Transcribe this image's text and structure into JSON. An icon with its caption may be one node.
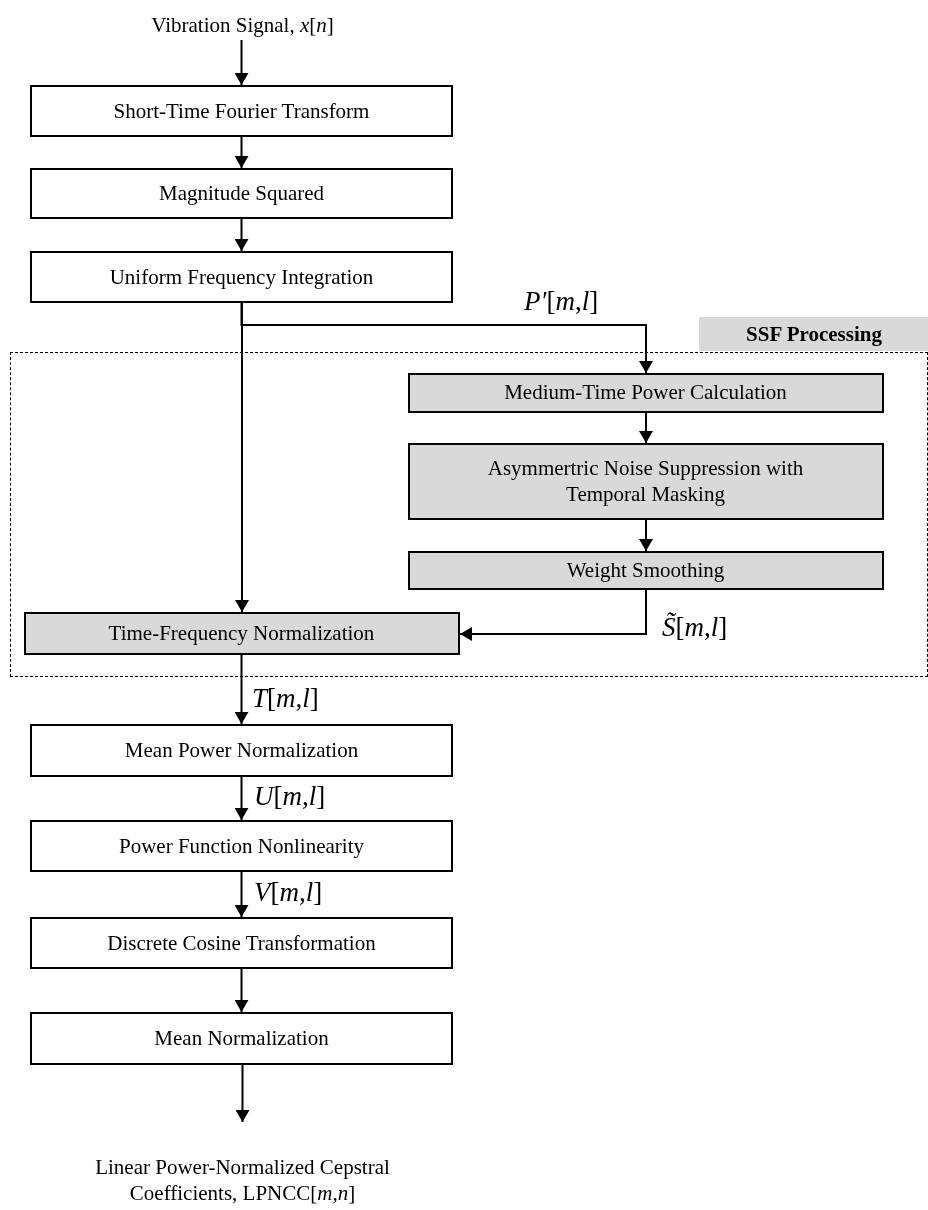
{
  "diagram": {
    "nodes": [
      {
        "text": [
          "Vibration Signal, *x*[*n*]"
        ]
      },
      {
        "text": [
          "Short-Time Fourier Transform"
        ]
      },
      {
        "text": [
          "Magnitude Squared"
        ]
      },
      {
        "text": [
          "Uniform Frequency Integration"
        ]
      },
      {
        "text": [
          "SSF Processing"
        ]
      },
      {
        "text": [
          "Medium-Time Power Calculation"
        ],
        "in": 4
      },
      {
        "text": [
          "Asymmertric Noise Suppression with Temporal Masking"
        ],
        "in": 4
      },
      {
        "text": [
          "Weight Smoothing"
        ],
        "in": 4
      },
      {
        "text": [
          "Time-Frequency Normalization"
        ],
        "in": 4
      },
      {
        "text": [
          "Mean Power Normalization"
        ]
      },
      {
        "text": [
          "Power Function Nonlinearity"
        ]
      },
      {
        "text": [
          "Discrete Cosine Transformation"
        ]
      },
      {
        "text": [
          "Mean Normalization"
        ]
      },
      {
        "text": [
          "Linear Power-Normalized Cepstral Coefficients, LPNCC[*m*,*n*]"
        ]
      }
    ],
    "edges": [
      {
        "from": 0,
        "to": 1,
        "arrow": "to"
      },
      {
        "from": 1,
        "to": 2,
        "arrow": "to"
      },
      {
        "from": 2,
        "to": 3,
        "arrow": "to"
      },
      {
        "from": 3,
        "to": 8,
        "arrow": "to"
      },
      {
        "from": 3,
        "to": 5,
        "arrow": "to",
        "label": "*P′*[*m*,*l*]"
      },
      {
        "from": 5,
        "to": 6,
        "arrow": "to"
      },
      {
        "from": 6,
        "to": 7,
        "arrow": "to"
      },
      {
        "from": 7,
        "to": 8,
        "arrow": "to",
        "label": "*S̃*[*m*,*l*]"
      },
      {
        "from": 8,
        "to": 9,
        "arrow": "to",
        "label": "*T*[*m*,*l*]"
      },
      {
        "from": 9,
        "to": 10,
        "arrow": "to",
        "label": "*U*[*m*,*l*]"
      },
      {
        "from": 10,
        "to": 11,
        "arrow": "to",
        "label": "*V*[*m*,*l*]"
      },
      {
        "from": 11,
        "to": 12,
        "arrow": "to"
      },
      {
        "from": 12,
        "to": 13,
        "arrow": "to"
      }
    ]
  }
}
